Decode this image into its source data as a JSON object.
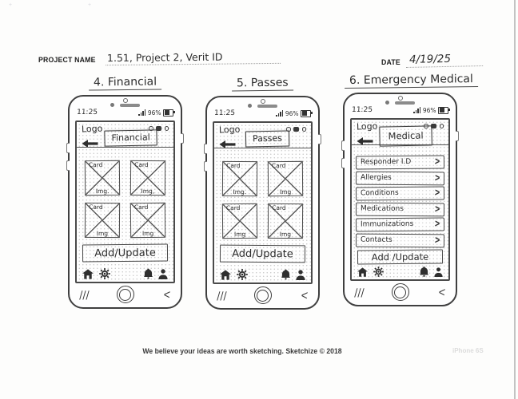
{
  "header": {
    "project_name_label": "PROJECT NAME",
    "project_name_value": "1.51, Project 2, Verit ID",
    "date_label": "DATE",
    "date_value": "4/19/25"
  },
  "icons": {
    "menu_lines": "|||",
    "back_chevron": "<",
    "chevron_right": ">"
  },
  "phones": [
    {
      "title": "4. Financial",
      "status_time": "11:25",
      "battery_percent": "96%",
      "logo": "Logo",
      "screen_title": "Financial",
      "cards": [
        {
          "type_label": "Card",
          "img_label": "Img."
        },
        {
          "type_label": "Card",
          "img_label": "Img,"
        },
        {
          "type_label": "Card",
          "img_label": "Img"
        },
        {
          "type_label": "Card",
          "img_label": "Img"
        }
      ],
      "action_button": "Add/Update"
    },
    {
      "title": "5. Passes",
      "status_time": "11:25",
      "battery_percent": "96%",
      "logo": "Logo",
      "screen_title": "Passes",
      "cards": [
        {
          "type_label": "Card",
          "img_label": "Img."
        },
        {
          "type_label": "Card",
          "img_label": "Img"
        },
        {
          "type_label": "Card",
          "img_label": "Img"
        },
        {
          "type_label": "Card",
          "img_label": "Img"
        }
      ],
      "action_button": "Add/Update"
    },
    {
      "title": "6. Emergency Medical",
      "status_time": "11:25",
      "battery_percent": "96%",
      "logo": "Logo",
      "screen_title": "Medical",
      "list_items": [
        "Responder I.D",
        "Allergies",
        "Conditions",
        "Medications",
        "Immunizations",
        "Contacts"
      ],
      "action_button": "Add /Update"
    }
  ],
  "footer": {
    "tagline": "We believe your ideas are worth sketching. Sketchize © 2018",
    "device_label": "iPhone 6S"
  }
}
